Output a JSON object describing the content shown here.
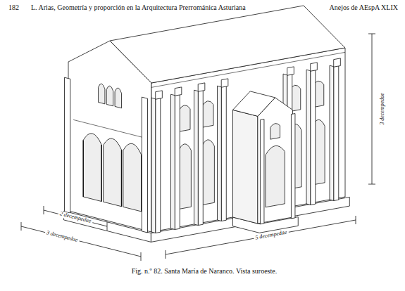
{
  "diagram": {
    "caption": "Fig. n.º 82. Santa María de Naranco. Vista suroeste.",
    "labels": [
      "182",
      "L. Arias, Geometría y proporción en la Arquitectura Prerrománica Asturiana",
      "Anejos de AEspA XLIX",
      "3 decempedae",
      "2 decempedae",
      "3 decempedae",
      "5 decempedae"
    ]
  }
}
